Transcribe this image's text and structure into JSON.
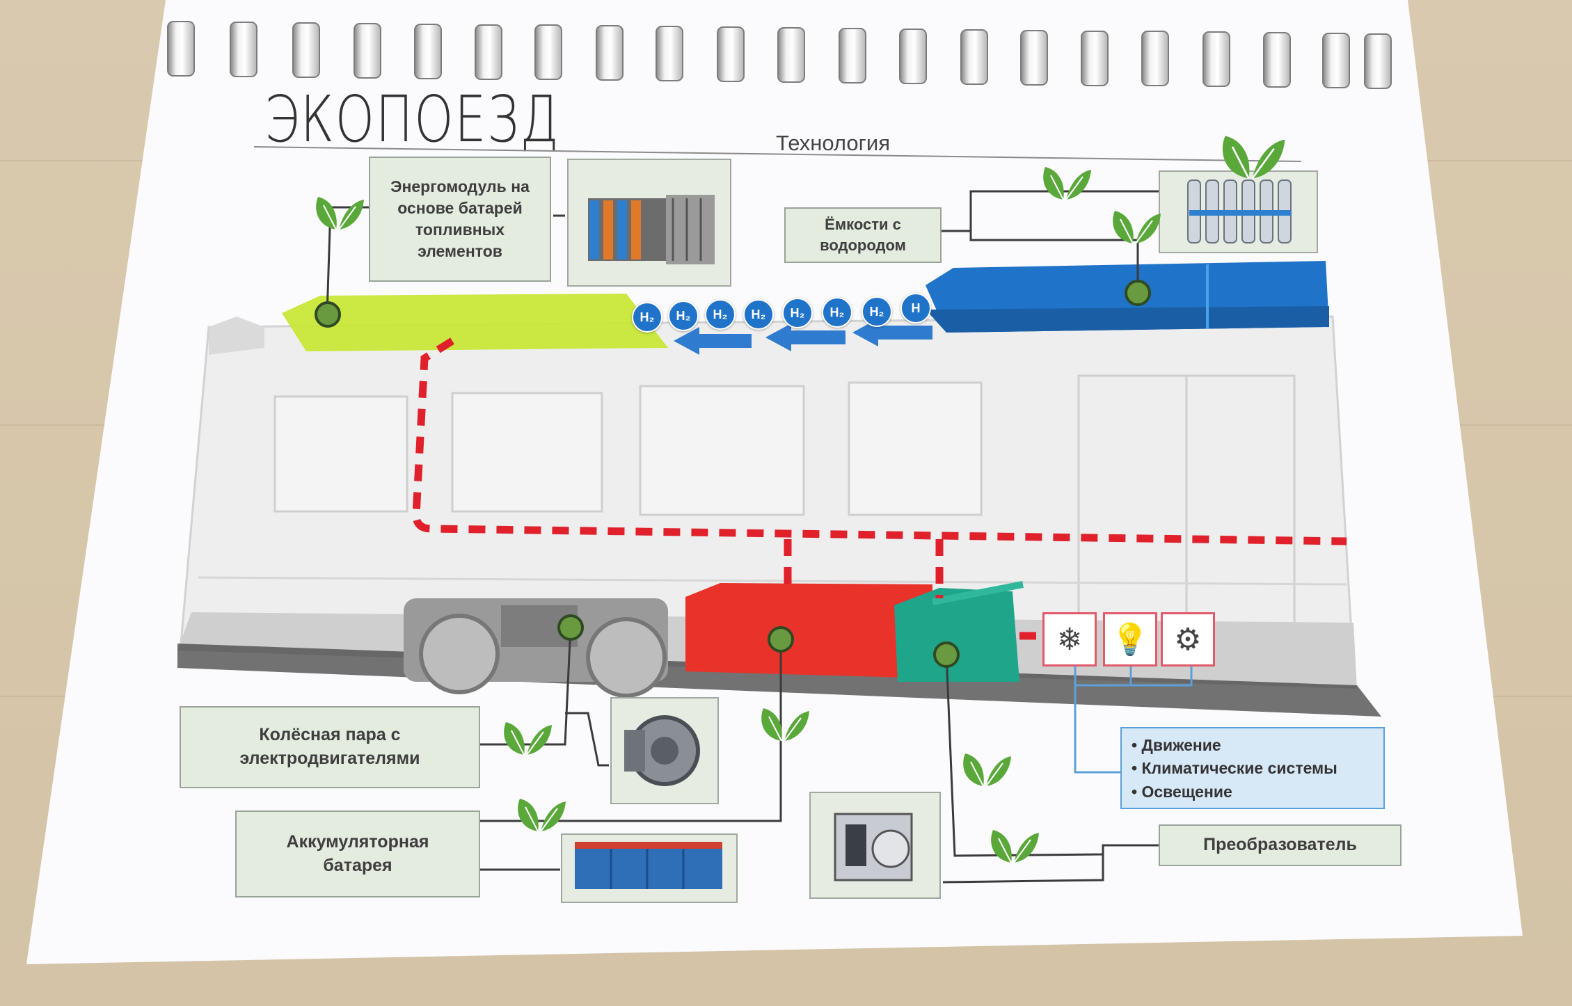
{
  "header": {
    "title": "ЭКОПОЕЗД",
    "subtitle": "Технология"
  },
  "components": {
    "energy_module": "Энергомодуль на основе батарей топливных элементов",
    "hydrogen_tanks": "Ёмкости с водородом",
    "wheelset": "Колёсная пара с электродвигателями",
    "battery": "Аккумуляторная батарея",
    "converter": "Преобразователь"
  },
  "hydrogen_badges": [
    "H₂",
    "H₂",
    "H₂",
    "H₂",
    "H₂",
    "H₂",
    "H₂",
    "H"
  ],
  "functions": {
    "icons": [
      "snowflake-icon",
      "lightbulb-icon",
      "gears-icon"
    ],
    "items": [
      "• Движение",
      "• Климатические системы",
      "• Освещение"
    ]
  },
  "colors": {
    "energy_module": "#c8e633",
    "hydrogen": "#1f73c8",
    "battery": "#e8322a",
    "converter": "#1fa58a",
    "power_line": "#e0202a",
    "leaf": "#5aa83a"
  }
}
